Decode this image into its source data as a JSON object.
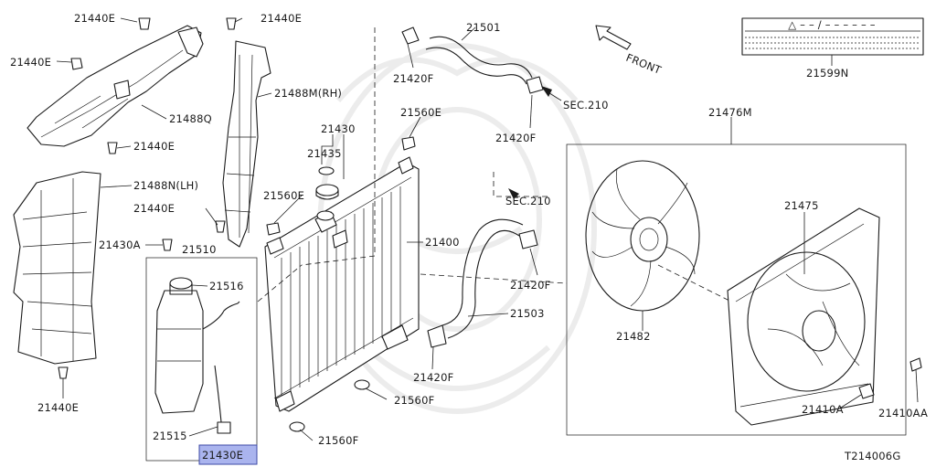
{
  "diagram": {
    "code": "T214006G",
    "front_label": "FRONT",
    "highlight_color": "#aab4ee",
    "labels": {
      "p21440E_a": "21440E",
      "p21440E_b": "21440E",
      "p21440E_c": "21440E",
      "p21440E_d": "21440E",
      "p21440E_e": "21440E",
      "p21440E_f": "21440E",
      "p21488Q": "21488Q",
      "p21488N": "21488N(LH)",
      "p21488M": "21488M(RH)",
      "p21430A": "21430A",
      "p21510": "21510",
      "p21516": "21516",
      "p21515": "21515",
      "p21430E": "21430E",
      "p21430": "21430",
      "p21435": "21435",
      "p21560E_a": "21560E",
      "p21560E_b": "21560E",
      "p21400": "21400",
      "p21501": "21501",
      "p21420F_a": "21420F",
      "p21420F_b": "21420F",
      "p21420F_c": "21420F",
      "p21420F_d": "21420F",
      "sec210_a": "SEC.210",
      "sec210_b": "SEC.210",
      "p21503": "21503",
      "p21560F_a": "21560F",
      "p21560F_b": "21560F",
      "p21599N": "21599N",
      "p21476M": "21476M",
      "p21475": "21475",
      "p21482": "21482",
      "p21410A": "21410A",
      "p21410AA": "21410AA"
    },
    "caution_label": {
      "header": "△ – – / – – – – – –"
    }
  }
}
